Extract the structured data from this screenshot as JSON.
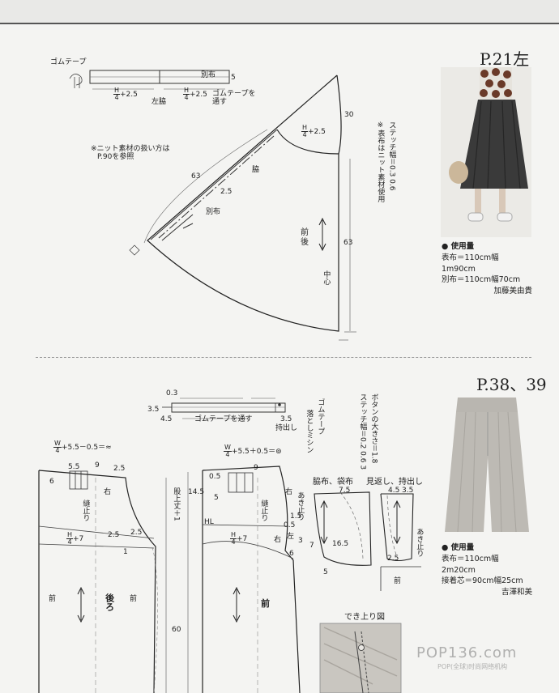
{
  "pattern1": {
    "page_ref": "P.21左",
    "usage_heading": "使用量",
    "usage_items": [
      "表布＝110cm幅1m90cm",
      "別布＝110cm幅70cm"
    ],
    "designer": "加藤美由貴",
    "knit_note": [
      "※ニット素材の扱い方は",
      "P.90を参照"
    ],
    "stitch_note": "※表布はニット素材使用",
    "stitch_width": "ステッチ幅＝0.3 0.6",
    "labels": {
      "elastic_tape": "ゴムテープ",
      "band_fabric": "別布",
      "band_height": "5",
      "h4_a": "H",
      "h4_den": "4",
      "plus25": "+2.5",
      "left_side": "左脇",
      "thread_tape": [
        "ゴムテープを",
        "通す"
      ],
      "dim_30": "30",
      "dim_63_right": "63",
      "dim_63_diag": "63",
      "dim_25": "2.5",
      "side": "脇",
      "betsununo": "別布",
      "front": "前",
      "back": "後",
      "center": "中心"
    }
  },
  "pattern2": {
    "page_ref": "P.38、39",
    "usage_heading": "使用量",
    "usage_items": [
      "表布＝110cm幅2m20cm",
      "接着芯＝90cm幅25cm"
    ],
    "designer": "吉澤和美",
    "labels": {
      "dim_03": "0.3",
      "dim_35a": "3.5",
      "dim_45": "4.5",
      "dim_35b": "3.5",
      "thread_tape": "ゴムテープを通す",
      "mochidashi": "持出し",
      "elastic": "ゴムテープ",
      "otoshi": "落としミシン",
      "button_size": "ボタンの大きさ＝1.8",
      "stitch_width": "ステッチ幅＝0.2 0.6 3",
      "w4_back": "W",
      "w4_den": "4",
      "back_formula": "+5.5－0.5＝≈",
      "front_formula": "+5.5＋0.5＝⊚",
      "dim_55": "5.5",
      "dim_9": "9",
      "dim_25": "2.5",
      "dim_6": "6",
      "right": "右",
      "left": "左",
      "nuidomari": "縫止り",
      "h4p7": "+7",
      "dim_16": "1",
      "back_label": "後ろ",
      "front_label": "前",
      "front_small": "前",
      "waist_line": "股上丈＋1",
      "dim_145": "14.5",
      "dim_05": "0.5",
      "dim_5": "5",
      "dim_15": "1.5",
      "dim_3": "3",
      "hl": "HL",
      "dim_60": "60",
      "pocket_title": "脇布、袋布",
      "facing_title": "見返し、持出し",
      "dim_75": "7.5",
      "dim_165": "16.5",
      "dim_7": "7",
      "akidomari": "あき止り",
      "dekiagari": "でき上り図"
    }
  },
  "watermark": {
    "brand": "POP136.com",
    "sub": "POP(全球)时尚网络机构"
  }
}
